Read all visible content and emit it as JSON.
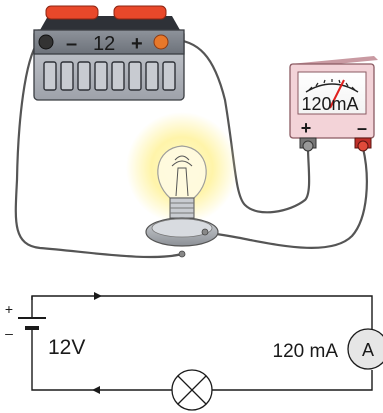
{
  "illustration": {
    "battery": {
      "minus_sign": "–",
      "voltage": "12",
      "plus_sign": "+"
    },
    "meter": {
      "reading": "120mA",
      "plus_sign": "+",
      "minus_sign": "–"
    }
  },
  "schematic": {
    "battery_plus": "+",
    "battery_minus": "–",
    "battery_label": "12V",
    "current_label": "120 mA",
    "ammeter_symbol": "A"
  },
  "colors": {
    "battery_body": "#b8bcc3",
    "battery_terminal": "#e8482a",
    "meter_body": "#f3d3d8",
    "meter_plus": "#e0201e",
    "meter_needle": "#e0201e",
    "wire": "#555555",
    "bulb_glow": "#fff6a0"
  }
}
